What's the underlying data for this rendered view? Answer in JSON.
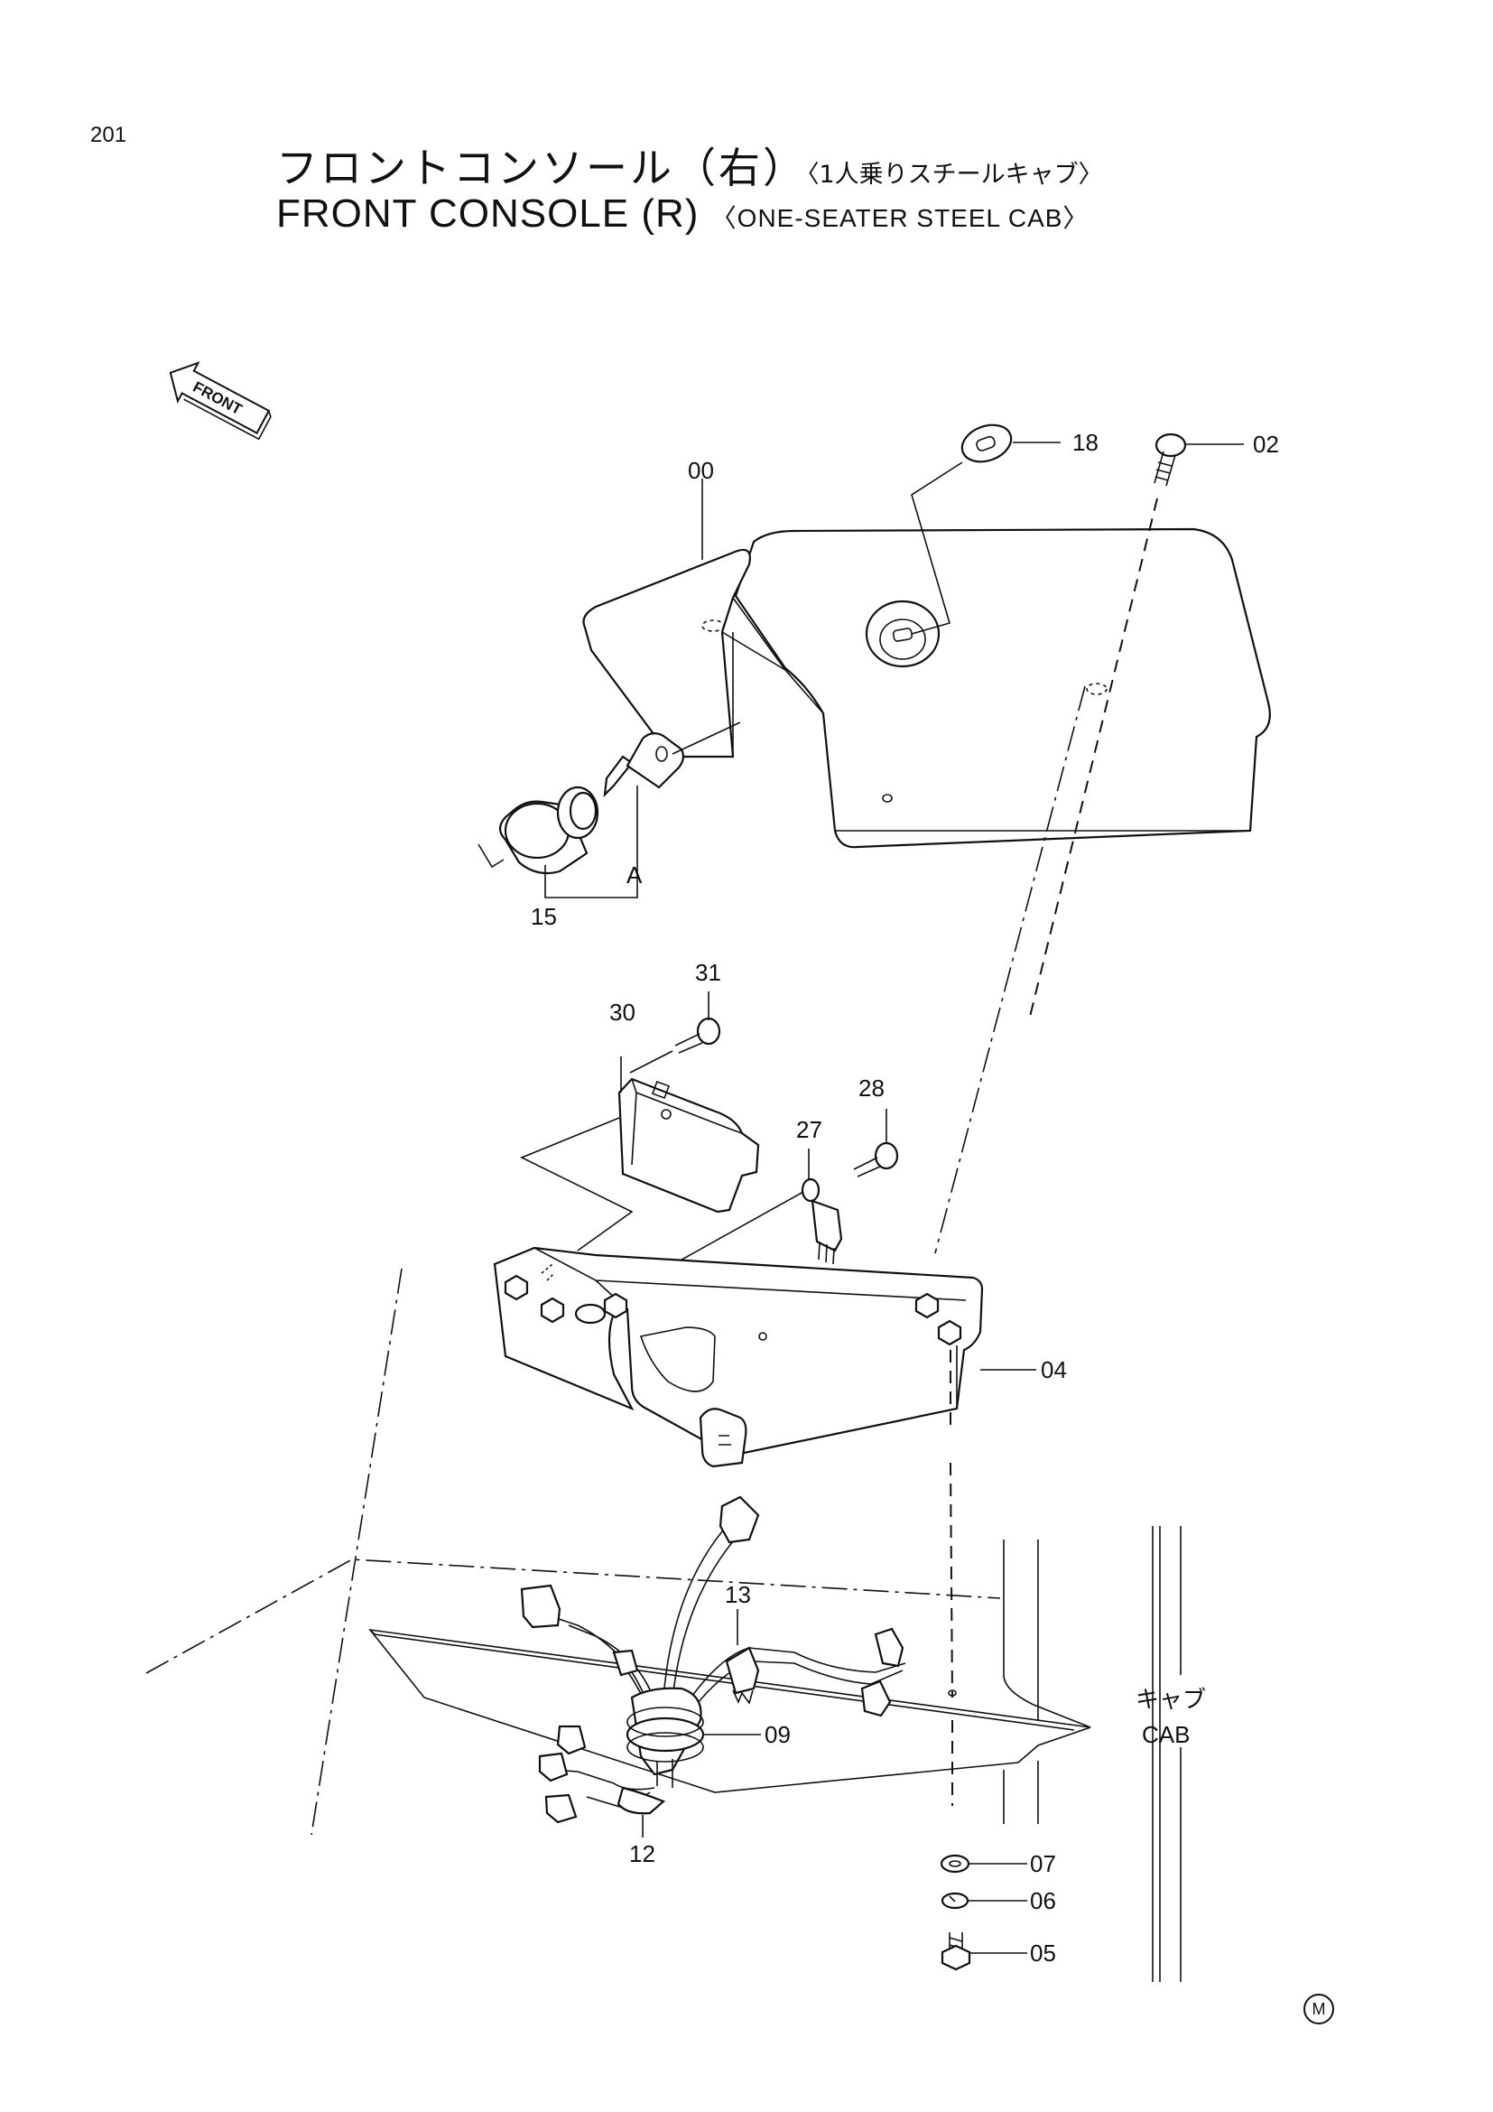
{
  "page_number": "201",
  "title_jp": {
    "main": "フロントコンソール（右）",
    "sub": "〈1人乗りスチールキャブ〉"
  },
  "title_en": {
    "main": "FRONT CONSOLE (R)",
    "sub": "〈ONE-SEATER STEEL CAB〉"
  },
  "front_arrow_label": "FRONT",
  "callouts": {
    "c00": "00",
    "c02": "02",
    "c18": "18",
    "c15": "15",
    "cA": "A",
    "c31": "31",
    "c30": "30",
    "c28": "28",
    "c27": "27",
    "c04": "04",
    "c13": "13",
    "c09": "09",
    "c12": "12",
    "c07": "07",
    "c06": "06",
    "c05": "05"
  },
  "cab_label_jp": "キャブ",
  "cab_label_en": "CAB",
  "corner_mark": "M"
}
